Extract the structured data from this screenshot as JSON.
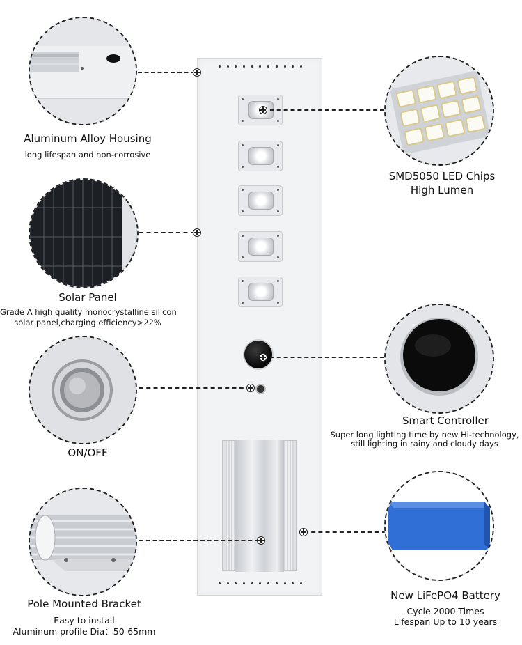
{
  "features": {
    "housing": {
      "title": "Aluminum Alloy Housing",
      "desc": "long lifespan and non-corrosive"
    },
    "solar": {
      "title": "Solar Panel",
      "desc1": "Grade A high quality monocrystalline silicon",
      "desc2": "solar panel,charging efficiency>22%"
    },
    "switch": {
      "title": "ON/OFF"
    },
    "bracket": {
      "title": "Pole Mounted Bracket",
      "desc1": "Easy to install",
      "desc2": "Aluminum profile  Dia：50-65mm"
    },
    "led": {
      "title1": "SMD5050 LED Chips",
      "title2": "High Lumen"
    },
    "controller": {
      "title": "Smart Controller",
      "desc1": "Super long lighting time by new Hi-technology,",
      "desc2": "still lighting in rainy and cloudy days"
    },
    "battery": {
      "title": "New LiFePO4 Battery",
      "desc1": "Cycle 2000 Times",
      "desc2": "Lifespan Up to 10 years"
    }
  },
  "colors": {
    "line": "#222222",
    "battery": "#2f6fd6",
    "panel": "#1c1f24"
  }
}
